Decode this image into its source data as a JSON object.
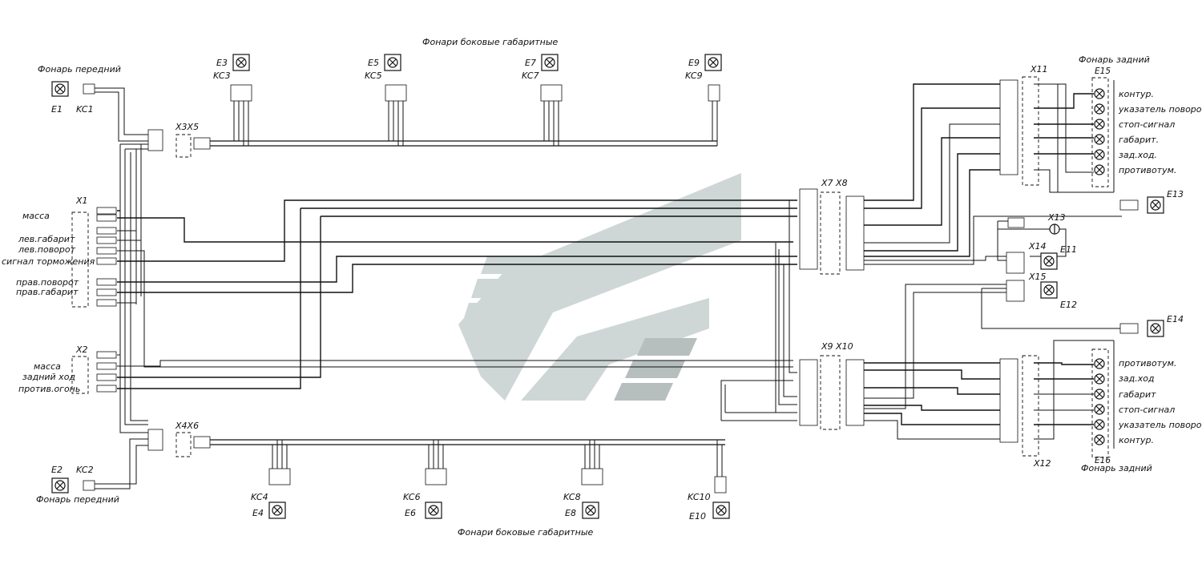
{
  "titles": {
    "side_lights_top": "Фонари боковые габаритные",
    "side_lights_bottom": "Фонари боковые габаритные",
    "front_lamp_top": "Фонарь передний",
    "front_lamp_bottom": "Фонарь передний",
    "rear_lamp_top": "Фонарь задний",
    "rear_lamp_bottom": "Фонарь задний"
  },
  "components": {
    "e1": "E1",
    "ks1": "KC1",
    "e2": "E2",
    "ks2": "KC2",
    "e3": "E3",
    "ks3": "KC3",
    "e5": "E5",
    "ks5": "KC5",
    "e7": "E7",
    "ks7": "KC7",
    "e9": "E9",
    "ks9": "KC9",
    "e4": "E4",
    "ks4": "KC4",
    "e6": "E6",
    "ks6": "KC6",
    "e8": "E8",
    "ks8": "KC8",
    "e10": "E10",
    "ks10": "KC10",
    "e11": "E11",
    "e12": "E12",
    "e13": "E13",
    "e14": "E14",
    "e15": "E15",
    "e16": "E16",
    "x1": "X1",
    "x2": "X2",
    "x3x5": "X3X5",
    "x4x6": "X4X6",
    "x7x8": "X7  X8",
    "x9x10": "X9  X10",
    "x11": "X11",
    "x12": "X12",
    "x13": "X13",
    "x14": "X14",
    "x15": "X15"
  },
  "x1_signals": [
    "масса",
    "лев.габарит",
    "лев.поворот",
    "сигнал торможения",
    "прав.поворот",
    "прав.габарит"
  ],
  "x2_signals": [
    "масса",
    "задний ход",
    "против.огонь"
  ],
  "rear_top_functions": [
    "контур.",
    "указатель поворота",
    "стоп-сигнал",
    "габарит.",
    "зад.ход.",
    "противотум."
  ],
  "rear_bottom_functions": [
    "противотум.",
    "зад.ход",
    "габарит",
    "стоп-сигнал",
    "указатель поворота",
    "контур."
  ]
}
